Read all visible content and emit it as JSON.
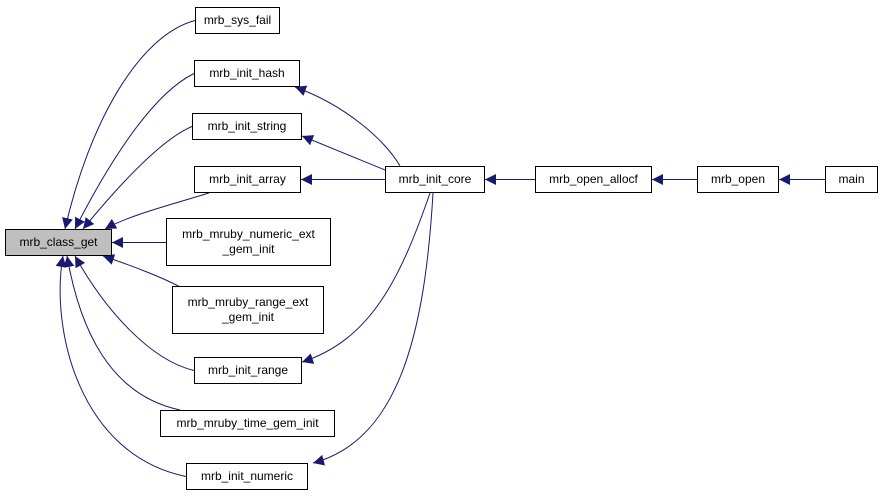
{
  "diagram": {
    "colors": {
      "edge": "#191970",
      "node_border": "#000000",
      "node_fill": "#ffffff",
      "highlight_fill": "#bfbfbf"
    },
    "nodes": {
      "mrb_class_get": {
        "lines": [
          "mrb_class_get"
        ]
      },
      "mrb_sys_fail": {
        "lines": [
          "mrb_sys_fail"
        ]
      },
      "mrb_init_hash": {
        "lines": [
          "mrb_init_hash"
        ]
      },
      "mrb_init_string": {
        "lines": [
          "mrb_init_string"
        ]
      },
      "mrb_init_array": {
        "lines": [
          "mrb_init_array"
        ]
      },
      "mrb_mruby_numeric_ext_gem_init": {
        "lines": [
          "mrb_mruby_numeric_ext",
          "_gem_init"
        ]
      },
      "mrb_mruby_range_ext_gem_init": {
        "lines": [
          "mrb_mruby_range_ext",
          "_gem_init"
        ]
      },
      "mrb_init_range": {
        "lines": [
          "mrb_init_range"
        ]
      },
      "mrb_mruby_time_gem_init": {
        "lines": [
          "mrb_mruby_time_gem_init"
        ]
      },
      "mrb_init_numeric": {
        "lines": [
          "mrb_init_numeric"
        ]
      },
      "mrb_init_core": {
        "lines": [
          "mrb_init_core"
        ]
      },
      "mrb_open_allocf": {
        "lines": [
          "mrb_open_allocf"
        ]
      },
      "mrb_open": {
        "lines": [
          "mrb_open"
        ]
      },
      "main": {
        "lines": [
          "main"
        ]
      }
    },
    "edges": [
      {
        "from": "mrb_sys_fail",
        "to": "mrb_class_get"
      },
      {
        "from": "mrb_init_hash",
        "to": "mrb_class_get"
      },
      {
        "from": "mrb_init_string",
        "to": "mrb_class_get"
      },
      {
        "from": "mrb_init_array",
        "to": "mrb_class_get"
      },
      {
        "from": "mrb_mruby_numeric_ext_gem_init",
        "to": "mrb_class_get"
      },
      {
        "from": "mrb_mruby_range_ext_gem_init",
        "to": "mrb_class_get"
      },
      {
        "from": "mrb_init_range",
        "to": "mrb_class_get"
      },
      {
        "from": "mrb_mruby_time_gem_init",
        "to": "mrb_class_get"
      },
      {
        "from": "mrb_init_numeric",
        "to": "mrb_class_get"
      },
      {
        "from": "mrb_init_core",
        "to": "mrb_init_hash"
      },
      {
        "from": "mrb_init_core",
        "to": "mrb_init_string"
      },
      {
        "from": "mrb_init_core",
        "to": "mrb_init_array"
      },
      {
        "from": "mrb_init_core",
        "to": "mrb_init_range"
      },
      {
        "from": "mrb_init_core",
        "to": "mrb_init_numeric"
      },
      {
        "from": "mrb_open_allocf",
        "to": "mrb_init_core"
      },
      {
        "from": "mrb_open",
        "to": "mrb_open_allocf"
      },
      {
        "from": "main",
        "to": "mrb_open"
      }
    ]
  }
}
